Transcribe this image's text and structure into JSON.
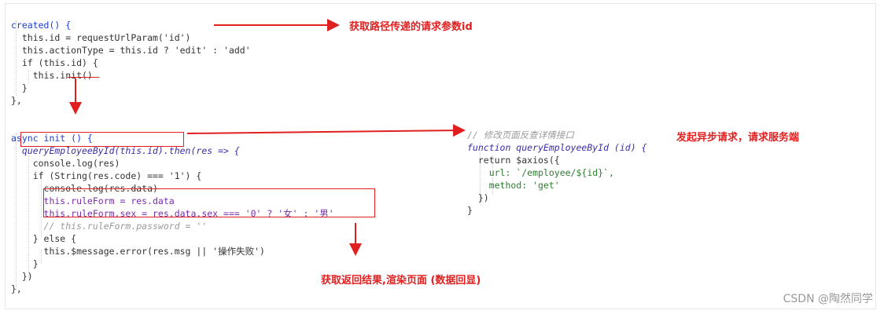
{
  "left_code": {
    "created": [
      "created() {",
      "  this.id = requestUrlParam('id')",
      "  this.actionType = this.id ? 'edit' : 'add'",
      "  if (this.id) {",
      "    this.init()",
      "  }",
      "},"
    ],
    "init": [
      "async init () {",
      "  queryEmployeeById(this.id).then(res => {",
      "    console.log(res)",
      "    if (String(res.code) === '1') {",
      "      console.log(res.data)",
      "      this.ruleForm = res.data",
      "      this.ruleForm.sex = res.data.sex === '0' ? '女' : '男'",
      "      // this.ruleForm.password = ''",
      "    } else {",
      "      this.$message.error(res.msg || '操作失败')",
      "    }",
      "  })",
      "},"
    ]
  },
  "right_code": [
    "// 修改页面反查详情接口",
    "function queryEmployeeById (id) {",
    "  return $axios({",
    "    url: `/employee/${id}`,",
    "    method: 'get'",
    "  })",
    "}"
  ],
  "annotations": {
    "param": "获取路径传递的请求参数id",
    "async": "发起异步请求，请求服务端",
    "result": "获取返回结果,渲染页面 (数据回显)"
  },
  "watermark": "CSDN @陶然同学",
  "colors": {
    "annotation": "#e02020",
    "keyword": "#1b3fcc",
    "string": "#2e7d32",
    "comment": "#9a9a9a"
  }
}
